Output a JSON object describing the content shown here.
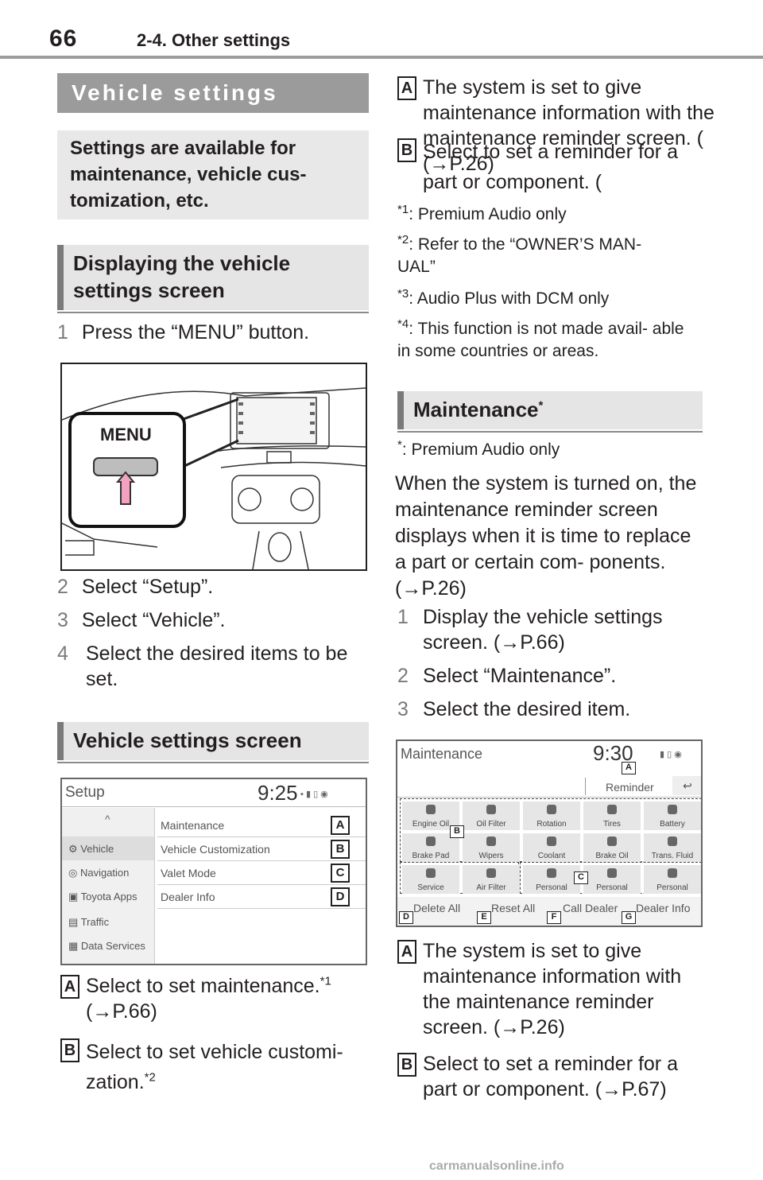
{
  "header": {
    "page_number": "66",
    "section": "2-4. Other settings"
  },
  "left": {
    "vehicle_settings_title": "Vehicle settings",
    "intro": "Settings are available for maintenance, vehicle cus- tomization, etc.",
    "displaying_heading": "Displaying the vehicle settings screen",
    "steps": [
      {
        "n": "1",
        "text": "Press the “MENU” button."
      },
      {
        "n": "2",
        "text": "Select “Setup”."
      },
      {
        "n": "3",
        "text": "Select “Vehicle”."
      },
      {
        "n": "4",
        "text": "Select the desired items to be set."
      }
    ],
    "menu_label": "MENU",
    "screen_heading": "Vehicle settings screen",
    "setup_screen": {
      "title": "Setup",
      "clock": "9:25",
      "sidebar": [
        "Vehicle",
        "Navigation",
        "Toyota Apps",
        "Traffic",
        "Data Services"
      ],
      "items": [
        "Maintenance",
        "Vehicle Customization",
        "Valet Mode",
        "Dealer Info"
      ],
      "tags": [
        "A",
        "B",
        "C",
        "D"
      ]
    },
    "callouts": [
      {
        "letter": "A",
        "text": "Select to set maintenance.",
        "sup": "*1",
        "ref": "P.66"
      },
      {
        "letter": "B",
        "text": "Select to set vehicle customi- zation.",
        "sup": "*2"
      }
    ]
  },
  "right": {
    "callouts": [
      {
        "letter": "A",
        "text": "The system is set to give maintenance information with the maintenance reminder screen. (",
        "ref": "P.26"
      },
      {
        "letter": "B",
        "text": "Select to set a reminder for a part or component. (",
        "ref": "P.67"
      }
    ],
    "notes": [
      {
        "mark": "*1",
        "text": ": Premium Audio only"
      },
      {
        "mark": "*2",
        "text": ": Refer to the “OWNER’S MAN- UAL”"
      },
      {
        "mark": "*3",
        "text": ": Audio Plus with DCM only"
      },
      {
        "mark": "*4",
        "text": ": This function is not made avail- able in some countries or areas."
      }
    ],
    "maintenance_heading": "Maintenance",
    "maintenance_heading_sup": "*",
    "maintenance_note": ": Premium Audio only",
    "maintenance_note_mark": "*",
    "paragraph_a": "When the system is turned on, the maintenance reminder screen displays when it is time to replace a part or certain com- ponents. (",
    "paragraph_ref": "P.26",
    "steps": [
      {
        "n": "1",
        "text": "Display the vehicle settings screen. (",
        "ref": "P.66"
      },
      {
        "n": "2",
        "text": "Select “Maintenance”."
      },
      {
        "n": "3",
        "text": "Select the desired item."
      }
    ],
    "maint_screen": {
      "title": "Maintenance",
      "clock": "9:30",
      "reminder": "Reminder",
      "row1": [
        "Engine Oil",
        "Oil Filter",
        "Rotation",
        "Tires",
        "Battery"
      ],
      "row2": [
        "Brake Pad",
        "Wipers",
        "Coolant",
        "Brake Oil",
        "Trans. Fluid"
      ],
      "row3": [
        "Service",
        "Air Filter",
        "Personal",
        "Personal",
        "Personal"
      ],
      "bottom": [
        "Delete All",
        "Reset All",
        "Call Dealer",
        "Dealer Info"
      ],
      "tags": [
        "A",
        "B",
        "C",
        "D",
        "E",
        "F",
        "G"
      ]
    }
  },
  "footer": "carmanualsonline.info"
}
